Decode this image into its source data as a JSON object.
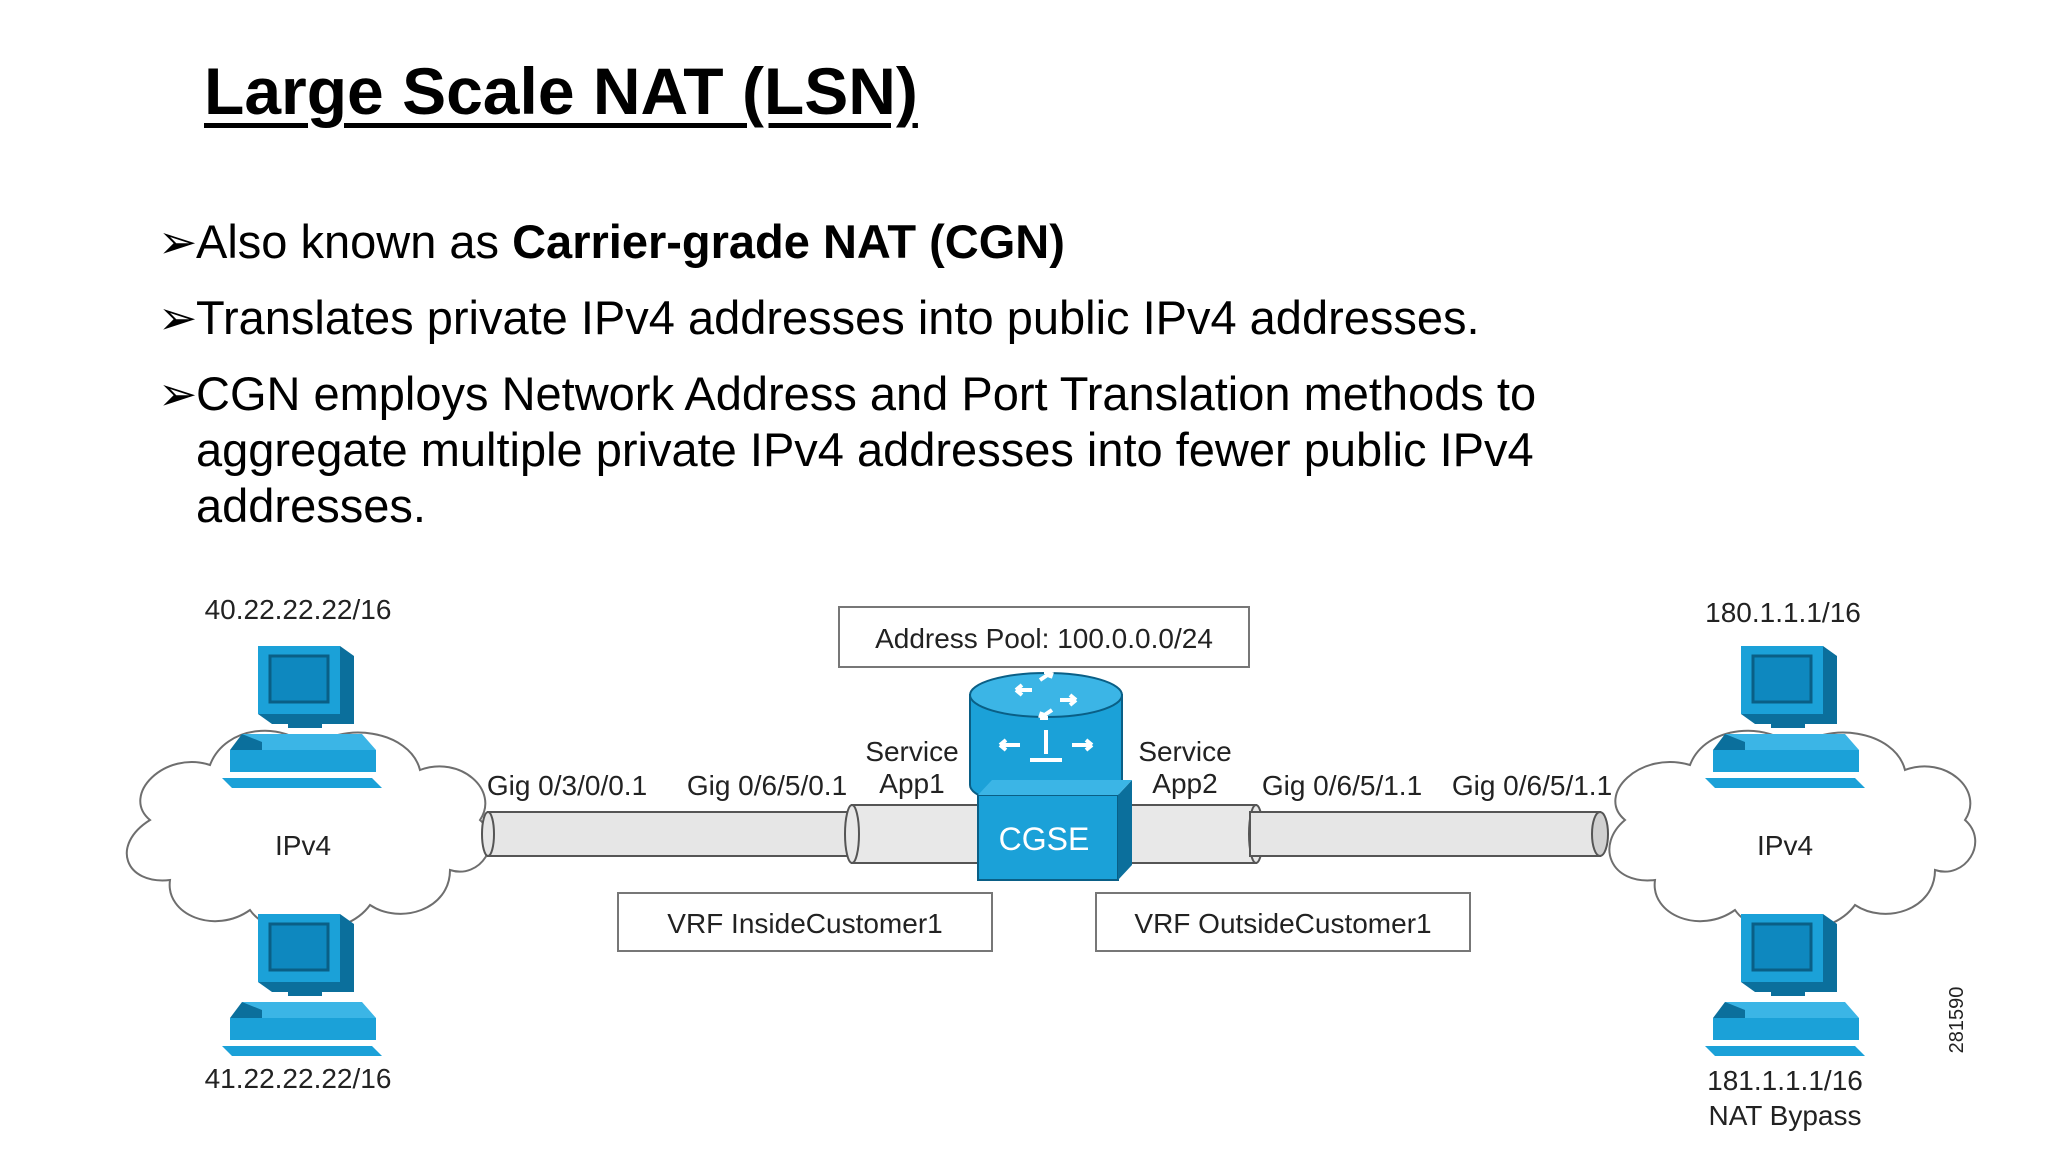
{
  "slide": {
    "title": "Large Scale NAT (LSN)",
    "bullets": [
      {
        "prefix": "Also known as ",
        "bold": "Carrier-grade NAT (CGN)"
      },
      {
        "text": "Translates private IPv4 addresses into public IPv4 addresses."
      },
      {
        "line1": "CGN employs Network Address and Port Translation methods to",
        "line2": "aggregate multiple private IPv4 addresses into fewer public IPv4",
        "line3": "addresses."
      }
    ],
    "bullet_glyph": "➢"
  },
  "diagram": {
    "left_cloud": {
      "label": "IPv4",
      "host_top": "40.22.22.22/16",
      "host_bottom": "41.22.22.22/16"
    },
    "right_cloud": {
      "label": "IPv4",
      "host_top": "180.1.1.1/16",
      "host_bottom_line1": "181.1.1.1/16",
      "host_bottom_line2": "NAT Bypass"
    },
    "address_pool": "Address Pool: 100.0.0.0/24",
    "router_label": "CGSE",
    "service_app1": {
      "line1": "Service",
      "line2": "App1"
    },
    "service_app2": {
      "line1": "Service",
      "line2": "App2"
    },
    "interfaces": {
      "gig_left_outer": "Gig 0/3/0/0.1",
      "gig_left_inner": "Gig 0/6/5/0.1",
      "gig_right_inner": "Gig 0/6/5/1.1",
      "gig_right_outer": "Gig 0/6/5/1.1"
    },
    "vrf_inside": "VRF InsideCustomer1",
    "vrf_outside": "VRF OutsideCustomer1",
    "figure_id": "281590",
    "colors": {
      "device": "#1ba1d8",
      "device_dark": "#0b6f9c",
      "tube": "#e6e6e6",
      "outline": "#555555"
    }
  }
}
